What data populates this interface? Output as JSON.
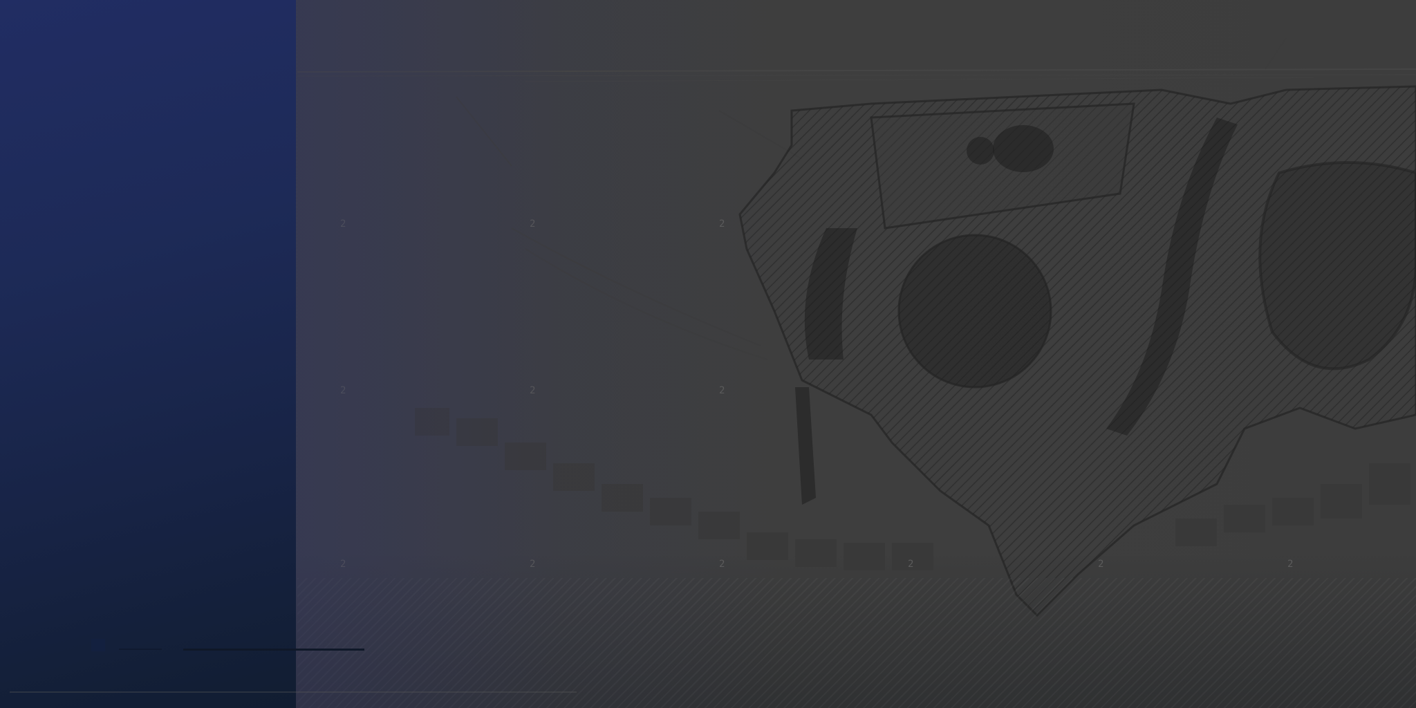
{
  "screen": {
    "description_free": true
  },
  "panel": {
    "accent_color": "#212d63"
  },
  "background": {
    "base_color": "#3d3d3d",
    "illustration": "mech-blueprint-sketch"
  },
  "grid_marks": [
    "2",
    "2",
    "2",
    "2",
    "2",
    "2",
    "2",
    "2",
    "2",
    "2",
    "2",
    "2"
  ]
}
